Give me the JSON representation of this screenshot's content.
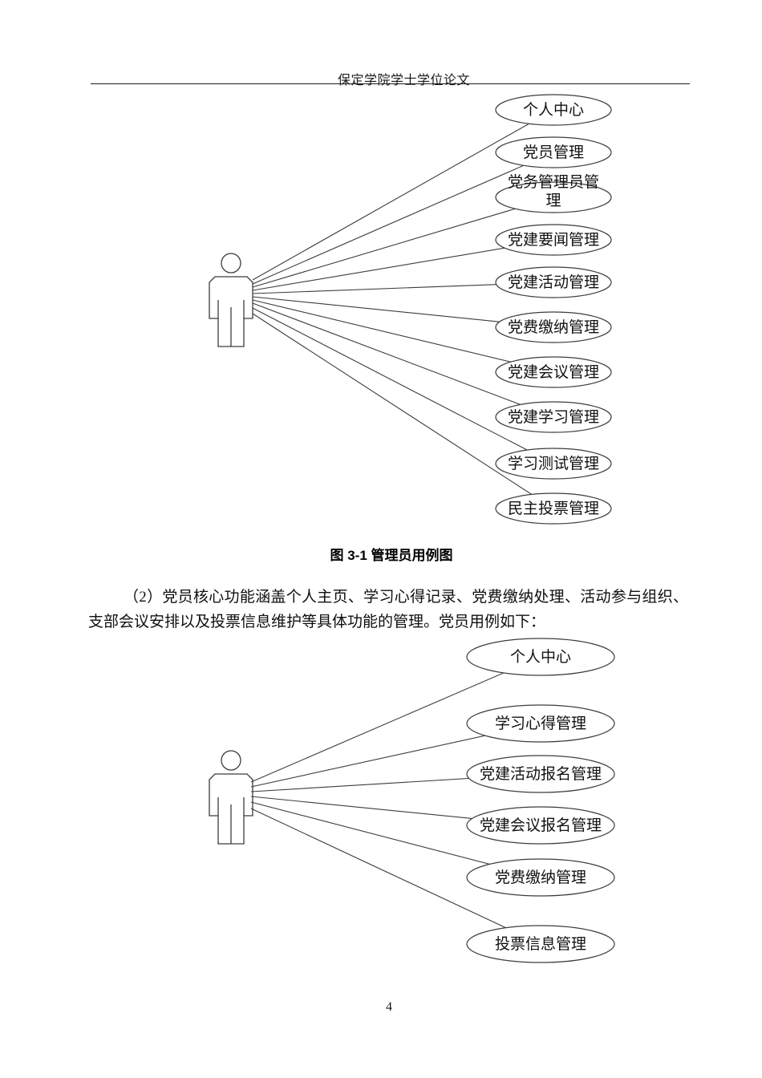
{
  "header": {
    "title": "保定学院学士学位论文"
  },
  "diagram1": {
    "caption": "图 3-1 管理员用例图",
    "actor": "admin-actor",
    "use_cases": [
      "个人中心",
      "党员管理",
      "党务管理员管理",
      "党建要闻管理",
      "党建活动管理",
      "党费缴纳管理",
      "党建会议管理",
      "党建学习管理",
      "学习测试管理",
      "民主投票管理"
    ]
  },
  "paragraph": {
    "line1": "（2）党员核心功能涵盖个人主页、学习心得记录、党费缴纳处理、活动参与组织、",
    "line2": "支部会议安排以及投票信息维护等具体功能的管理。党员用例如下："
  },
  "diagram2": {
    "actor": "member-actor",
    "use_cases": [
      "个人中心",
      "学习心得管理",
      "党建活动报名管理",
      "党建会议报名管理",
      "党费缴纳管理",
      "投票信息管理"
    ]
  },
  "footer": {
    "page_number": "4"
  },
  "colors": {
    "background": "#ffffff",
    "diagram_stroke": "#3c3c3c",
    "text": "#141414"
  }
}
